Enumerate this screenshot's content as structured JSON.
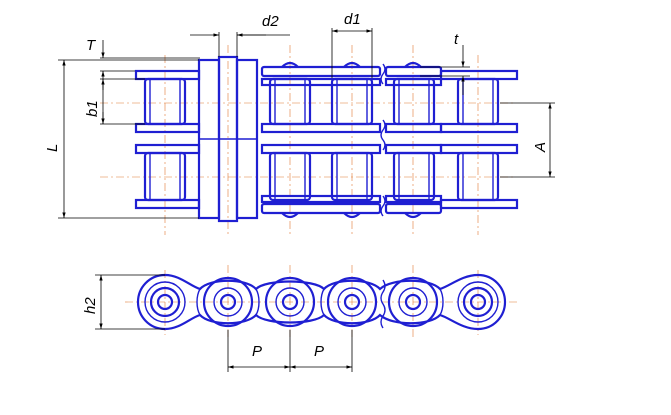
{
  "labels": {
    "T": "T",
    "d2": "d2",
    "d1": "d1",
    "t": "t",
    "b1": "b1",
    "L": "L",
    "A": "A",
    "h2": "h2",
    "P1": "P",
    "P2": "P"
  },
  "colors": {
    "outline": "#1f1fd2",
    "centerline": "#e07a35",
    "dimension": "#000000"
  }
}
